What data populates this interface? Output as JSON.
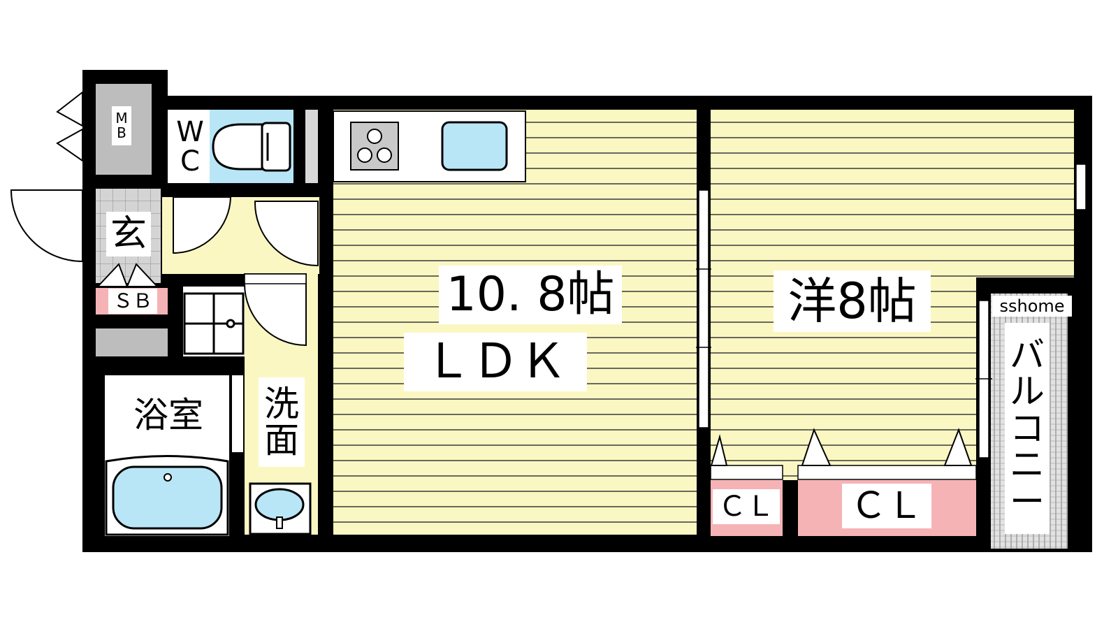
{
  "colors": {
    "wall": "#000000",
    "floor": "#fbf7c2",
    "floor_lines": "#444444",
    "fixture_blue": "#b8e6f6",
    "closet_pink": "#f6b3b6",
    "mb_gray": "#bdbdbd",
    "tile_gray": "#c9c9c9"
  },
  "rooms": {
    "ldk": {
      "area": "10. 8帖",
      "type": "ＬＤＫ"
    },
    "western": {
      "label": "洋8帖"
    },
    "bath": {
      "label": "浴室"
    },
    "washroom": {
      "chars": [
        "洗",
        "面"
      ]
    },
    "entrance": {
      "label": "玄"
    },
    "wc": {
      "chars": [
        "W",
        "C"
      ]
    },
    "mb": {
      "chars": [
        "M",
        "B"
      ]
    },
    "sb": {
      "label": "ＳＢ"
    },
    "cl_small": {
      "label": "ＣＬ"
    },
    "cl_large": {
      "label": "ＣＬ"
    },
    "balcony": {
      "chars": [
        "バ",
        "ル",
        "コ",
        "ニ",
        "ー"
      ]
    }
  },
  "watermark": {
    "text": "sshome"
  }
}
